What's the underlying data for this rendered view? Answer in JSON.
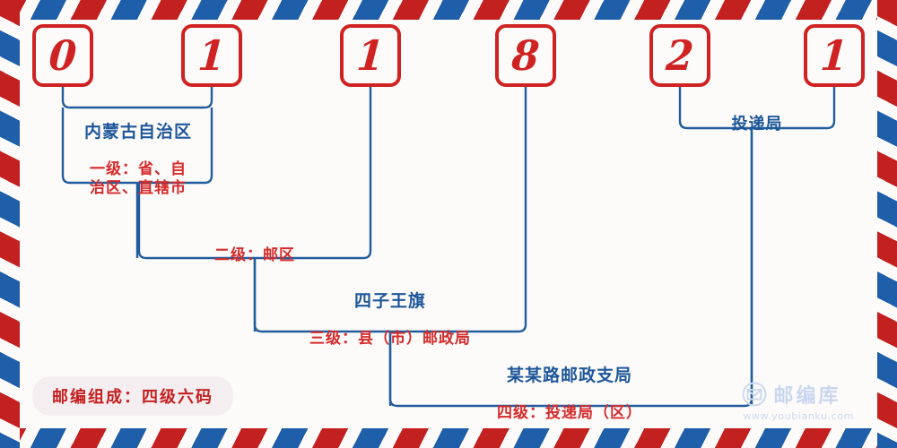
{
  "page": {
    "kind": "china-postal-code-breakdown-card",
    "background_color": "#fdfbfa",
    "accent_red": "#cf2222",
    "accent_blue": "#215c9c",
    "postcode": "011821"
  },
  "border": {
    "style": "airmail-diagonal-stripes",
    "red": "#c32020",
    "blue": "#1f5fa9"
  },
  "digits": [
    {
      "value": "0",
      "name": "digit-1"
    },
    {
      "value": "1",
      "name": "digit-2"
    },
    {
      "value": "1",
      "name": "digit-3"
    },
    {
      "value": "8",
      "name": "digit-4"
    },
    {
      "value": "2",
      "name": "digit-5"
    },
    {
      "value": "1",
      "name": "digit-6"
    }
  ],
  "labels": {
    "level1": {
      "title": "内蒙古自治区",
      "sub": "一级：省、自\n治区、直辖市"
    },
    "level2": {
      "title": "",
      "sub": "二级：邮区"
    },
    "level3": {
      "title": "四子王旗",
      "sub": "三级：县（市）邮政局"
    },
    "level4": {
      "title": "某某路邮政支局",
      "sub": "四级：投递局（区）"
    },
    "delivery": {
      "title": "投递局"
    }
  },
  "footer": {
    "badge": "邮编组成：四级六码",
    "badge_bg": "#f4eef0",
    "badge_color": "#c52020"
  },
  "watermark": {
    "icon": "envelope-circle-icon",
    "name": "邮编库",
    "url": "www.youbianku.com",
    "color": "#ccd8ee"
  }
}
